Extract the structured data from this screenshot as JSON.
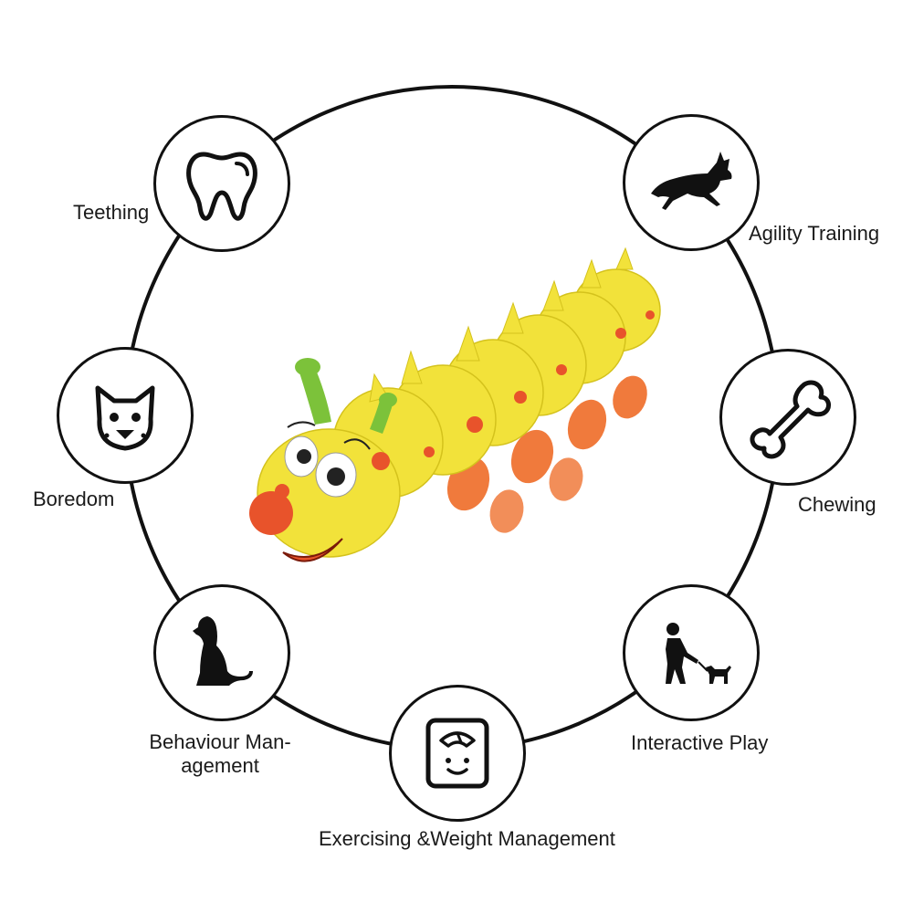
{
  "labels": {
    "teething": "Teething",
    "agility": "Agility Training",
    "boredom": "Boredom",
    "chewing": "Chewing",
    "behaviour_line1": "Behaviour Man-",
    "behaviour_line2": "agement",
    "interactive": "Interactive Play",
    "exercising": "Exercising &Weight Management"
  },
  "icons": {
    "teething": "tooth-icon",
    "agility": "running-dog-icon",
    "boredom": "dog-face-icon",
    "chewing": "bone-icon",
    "behaviour": "sitting-dog-icon",
    "interactive": "person-playing-with-dog-icon",
    "exercising": "weight-scale-icon"
  },
  "colors": {
    "toy_body": "#f2e23a",
    "toy_spots": "#e8532b",
    "toy_legs": "#f07a3c",
    "toy_antennae": "#7cc23a",
    "outline": "#111111"
  }
}
